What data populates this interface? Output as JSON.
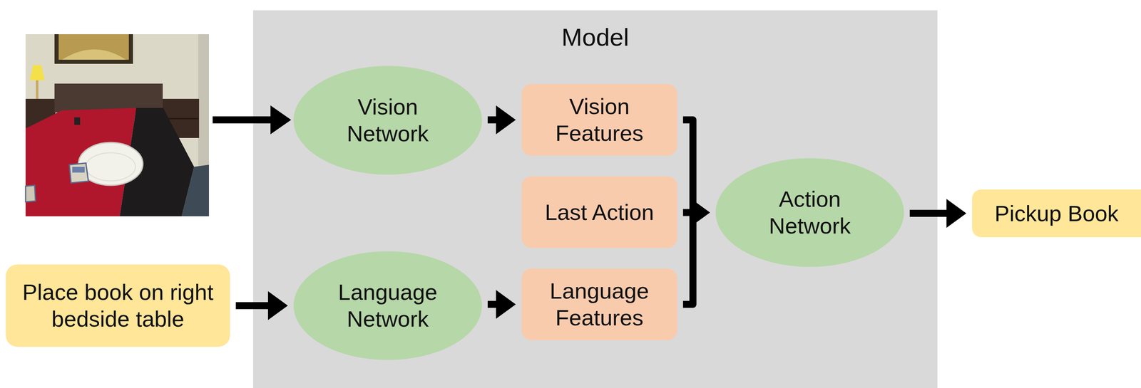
{
  "diagram": {
    "nodes": [
      {
        "text": [
          "Place book on right bedside table"
        ]
      },
      {
        "text": [
          "Model"
        ]
      },
      {
        "text": [
          "Vision Network"
        ],
        "in": 1
      },
      {
        "text": [
          "Vision Features"
        ],
        "in": 1
      },
      {
        "text": [
          "Last Action"
        ],
        "in": 1
      },
      {
        "text": [
          "Language Network"
        ],
        "in": 1
      },
      {
        "text": [
          "Language Features"
        ],
        "in": 1
      },
      {
        "text": [
          "Action Network"
        ],
        "in": 1
      },
      {
        "text": [
          "Pickup Book"
        ]
      }
    ],
    "edges": [
      {
        "from": 0,
        "to": 5,
        "arrow": "to"
      },
      {
        "from": 2,
        "to": 3,
        "arrow": "to"
      },
      {
        "from": 5,
        "to": 6,
        "arrow": "to"
      },
      {
        "from": 3,
        "to": 7,
        "arrow": "to"
      },
      {
        "from": 4,
        "to": 7,
        "arrow": "to"
      },
      {
        "from": 6,
        "to": 7,
        "arrow": "to"
      },
      {
        "from": 7,
        "to": 8,
        "arrow": "to"
      }
    ]
  }
}
